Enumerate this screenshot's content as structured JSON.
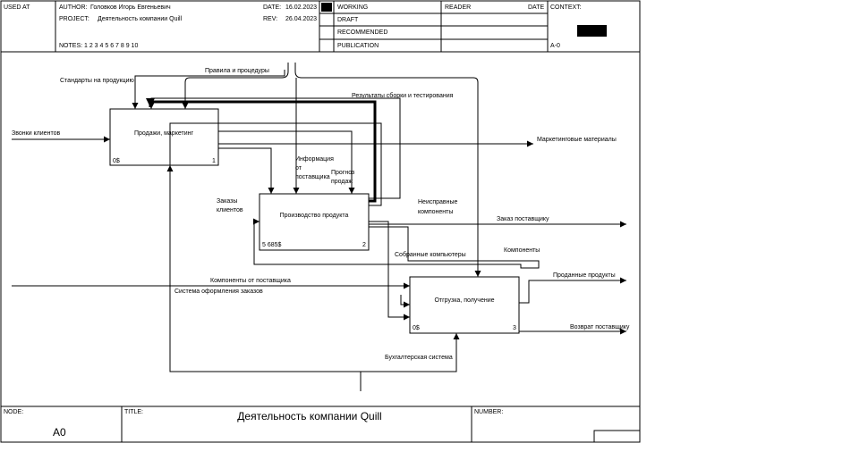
{
  "header": {
    "used_at": "USED AT",
    "author_label": "AUTHOR:",
    "author": "Головков Игорь Евгеньевич",
    "project_label": "PROJECT:",
    "project": "Деятельность компании Quill",
    "date_label": "DATE:",
    "date": "16.02.2023",
    "rev_label": "REV:",
    "rev": "26.04.2023",
    "notes": "NOTES:  1  2  3  4  5  6  7  8  9  10",
    "status": [
      "WORKING",
      "DRAFT",
      "RECOMMENDED",
      "PUBLICATION"
    ],
    "reader": "READER",
    "reader_date": "DATE",
    "context": "CONTEXT:",
    "context_node": "A-0"
  },
  "footer": {
    "node_label": "NODE:",
    "node": "A0",
    "title_label": "TITLE:",
    "title": "Деятельность компании Quill",
    "number_label": "NUMBER:"
  },
  "boxes": [
    {
      "name": "Продажи, маркетинг",
      "cost": "0$",
      "num": "1"
    },
    {
      "name": "Производство продукта",
      "cost": "5 685$",
      "num": "2"
    },
    {
      "name": "Отгрузка, получение",
      "cost": "0$",
      "num": "3"
    }
  ],
  "arrow_labels": {
    "standards": "Стандарты на продукцию",
    "rules": "Правила и процедуры",
    "test_results": "Результаты сборки и тестирования",
    "calls": "Звонки клиентов",
    "marketing": "Маркетинговые материалы",
    "supplier_info": [
      "Информация",
      "от",
      "поставщика"
    ],
    "forecast": [
      "Прогноз",
      "продаж"
    ],
    "orders": [
      "Заказы",
      "клиентов"
    ],
    "faulty": [
      "Неисправные",
      "компоненты"
    ],
    "supplier_order": "Заказ поставщику",
    "assembled": "Собранные компьютеры",
    "components": "Компоненты",
    "supplier_components": "Компоненты от поставщика",
    "order_system": "Система оформления заказов",
    "sold": "Проданные продукты",
    "return": "Возврат поставщику",
    "accounting": "Бухгалтерская система"
  }
}
